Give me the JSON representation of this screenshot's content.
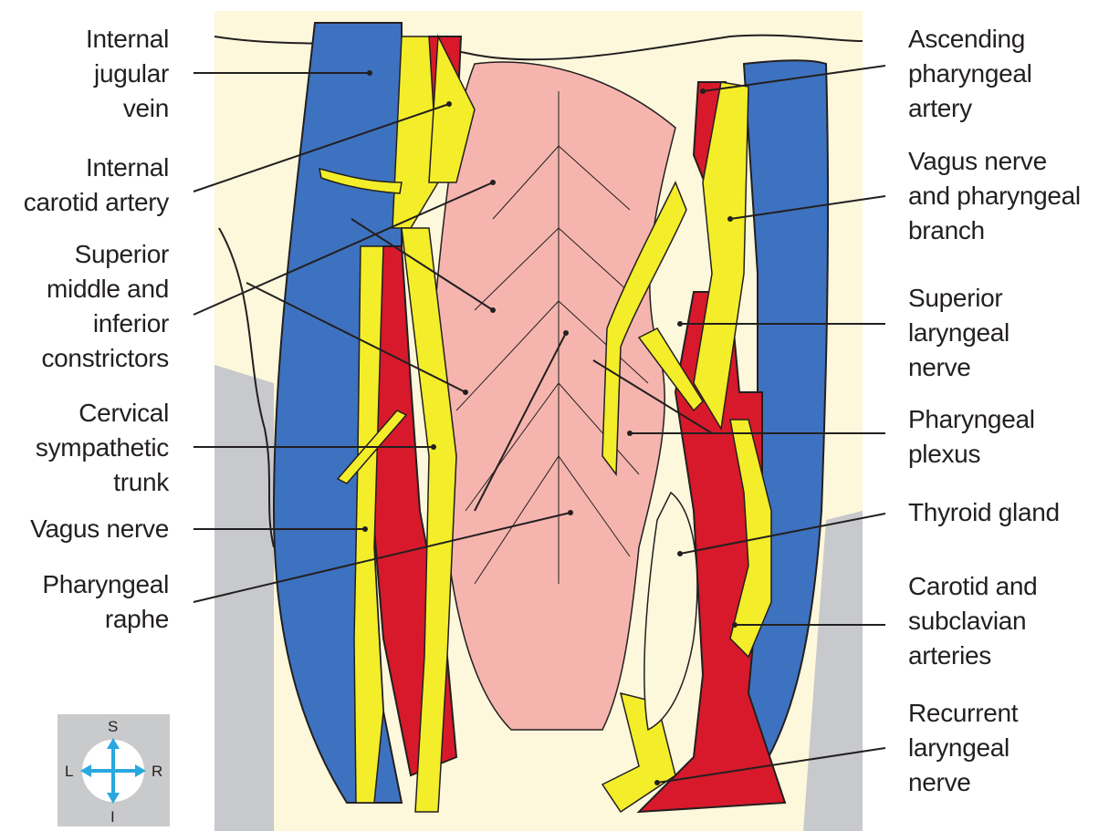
{
  "labels_left": [
    {
      "id": "internal-jugular-vein",
      "lines": [
        "Internal",
        "jugular",
        "vein"
      ]
    },
    {
      "id": "internal-carotid-artery",
      "lines": [
        "Internal",
        "carotid artery"
      ]
    },
    {
      "id": "constrictors",
      "lines": [
        "Superior",
        "middle and",
        "inferior",
        "constrictors"
      ]
    },
    {
      "id": "cervical-sympathetic-trunk",
      "lines": [
        "Cervical",
        "sympathetic",
        "trunk"
      ]
    },
    {
      "id": "vagus-nerve-left",
      "lines": [
        "Vagus nerve"
      ]
    },
    {
      "id": "pharyngeal-raphe",
      "lines": [
        "Pharyngeal",
        "raphe"
      ]
    }
  ],
  "labels_right": [
    {
      "id": "ascending-pharyngeal-artery",
      "lines": [
        "Ascending",
        "pharyngeal",
        "artery"
      ]
    },
    {
      "id": "vagus-nerve-pharyngeal-branch",
      "lines": [
        "Vagus nerve",
        "and pharyngeal",
        "branch"
      ]
    },
    {
      "id": "superior-laryngeal-nerve",
      "lines": [
        "Superior",
        "laryngeal",
        "nerve"
      ]
    },
    {
      "id": "pharyngeal-plexus",
      "lines": [
        "Pharyngeal",
        "plexus"
      ]
    },
    {
      "id": "thyroid-gland",
      "lines": [
        "Thyroid gland"
      ]
    },
    {
      "id": "carotid-subclavian-arteries",
      "lines": [
        "Carotid and",
        "subclavian",
        "arteries"
      ]
    },
    {
      "id": "recurrent-laryngeal-nerve",
      "lines": [
        "Recurrent",
        "laryngeal",
        "nerve"
      ]
    }
  ],
  "compass": {
    "top": "S",
    "bottom": "I",
    "left": "L",
    "right": "R"
  },
  "colors": {
    "vein": "#3d72c0",
    "artery": "#d7192b",
    "nerve": "#f4ee2a",
    "muscle": "#f5b5ae",
    "tissue": "#fdf8dc",
    "shadow": "#c8c9cc",
    "compass_arrow": "#29a8e0",
    "leader_line": "#231f20"
  }
}
